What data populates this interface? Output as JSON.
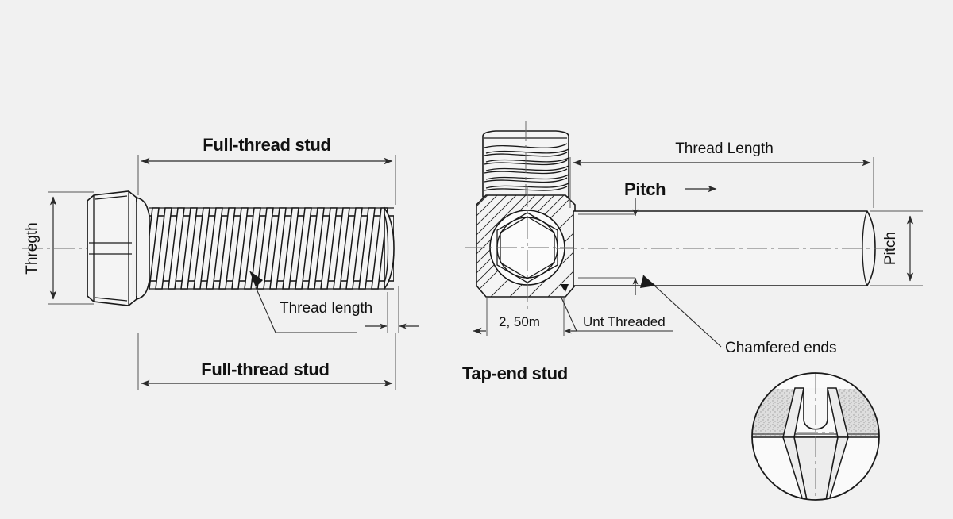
{
  "page": {
    "background_color": "#f1f1f1",
    "line_color": "#1a1a1a",
    "title_color": "#111111",
    "type": "engineering-drawing",
    "subject": "threaded stud / bolt dimension diagram"
  },
  "left_figure": {
    "name": "full-thread stud (hex head bolt)",
    "title_top": "Full-thread stud",
    "title_bottom": "Full-thread stud",
    "vertical_dimension_label": "Thregth",
    "callout_label": "Thread length"
  },
  "right_figure": {
    "name": "tap-end stud",
    "title": "Tap-end stud",
    "thread_length_label": "Thread Length",
    "pitch_label": "Pitch",
    "pitch_vertical_label": "Pitch",
    "dimension_value": "2, 50m",
    "unthreaded_label": "Unt Threaded",
    "chamfer_label": "Chamfered ends"
  },
  "detail_view": {
    "name": "chamfered-end detail circle",
    "label": "Chamfered ends"
  }
}
